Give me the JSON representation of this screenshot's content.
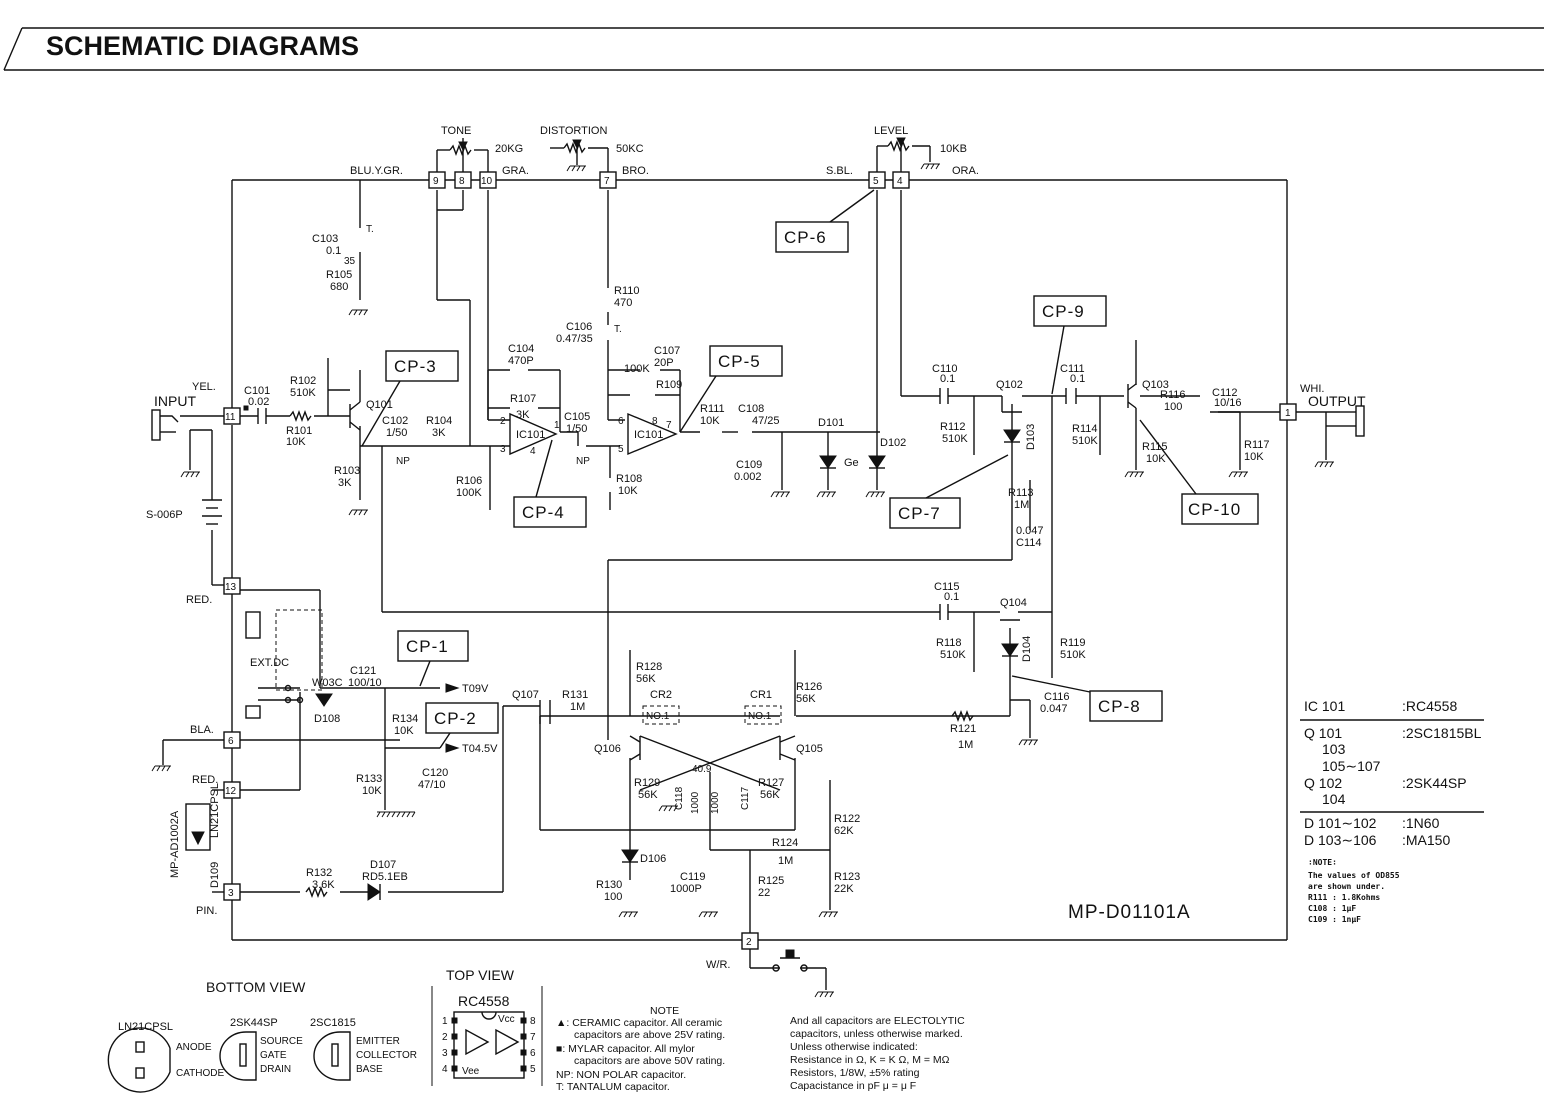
{
  "header": {
    "title": "SCHEMATIC DIAGRAMS"
  },
  "pots": [
    {
      "name": "TONE",
      "value": "20KG"
    },
    {
      "name": "DISTORTION",
      "value": "50KC"
    },
    {
      "name": "LEVEL",
      "value": "10KB"
    }
  ],
  "wire_colors": {
    "blu_ygr": "BLU.Y.GR.",
    "gra": "GRA.",
    "bro": "BRO.",
    "sbl": "S.BL.",
    "ora": "ORA.",
    "yel": "YEL.",
    "red": "RED.",
    "bla": "BLA.",
    "red2": "RED.",
    "pin": "PIN.",
    "whi": "WHI."
  },
  "terminals": [
    "1",
    "2",
    "3",
    "4",
    "5",
    "6",
    "7",
    "8",
    "9",
    "10",
    "11",
    "12",
    "13"
  ],
  "io": {
    "input": "INPUT",
    "output": "OUTPUT",
    "battery": "S-006P",
    "ext_dc": "EXT.DC",
    "wr": "W/R.",
    "t09v": "T09V",
    "t045v": "T04.5V",
    "model": "MP-D01101A",
    "mp_led": "MP-AD1002A",
    "led_part": "LN21CPSL"
  },
  "checkpoints": [
    "CP-1",
    "CP-2",
    "CP-3",
    "CP-4",
    "CP-5",
    "CP-6",
    "CP-7",
    "CP-8",
    "CP-9",
    "CP-10"
  ],
  "components": {
    "c101": [
      "C101",
      "0.02"
    ],
    "r101": [
      "R101",
      "10K"
    ],
    "r102": [
      "R102",
      "510K"
    ],
    "r103": [
      "R103",
      "3K"
    ],
    "q101": "Q101",
    "c102": [
      "C102",
      "1/50",
      "NP"
    ],
    "r104": [
      "R104",
      "3K"
    ],
    "c103": [
      "C103",
      "0.1",
      "35",
      "T."
    ],
    "r105": [
      "R105",
      "680"
    ],
    "r106": [
      "R106",
      "100K"
    ],
    "c104": [
      "C104",
      "470P"
    ],
    "r107": [
      "R107",
      "3K"
    ],
    "ic101a": "IC101",
    "c105": [
      "C105",
      "1/50",
      "NP"
    ],
    "r110": [
      "R110",
      "470"
    ],
    "c106": [
      "C106",
      "0.47/35",
      "T."
    ],
    "c107": [
      "C107",
      "20P"
    ],
    "r109": [
      "100K",
      "R109"
    ],
    "ic101b": "IC101",
    "r108": [
      "R108",
      "10K"
    ],
    "r111": [
      "R111",
      "10K"
    ],
    "c108": [
      "C108",
      "47/25"
    ],
    "c109": [
      "C109",
      "0.002"
    ],
    "d101": [
      "D101",
      "Ge"
    ],
    "d102": "D102",
    "c110": [
      "C110",
      "0.1"
    ],
    "q102": "Q102",
    "r112": [
      "R112",
      "510K"
    ],
    "d103": "D103",
    "r113": [
      "R113",
      "1M"
    ],
    "c114": [
      "0.047",
      "C114"
    ],
    "c111": [
      "C111",
      "0.1"
    ],
    "r114": [
      "R114",
      "510K"
    ],
    "q103": "Q103",
    "r116": [
      "R116",
      "100"
    ],
    "c112": [
      "C112",
      "10/16"
    ],
    "r115": [
      "R115",
      "10K"
    ],
    "r117": [
      "R117",
      "10K"
    ],
    "c115": [
      "C115",
      "0.1"
    ],
    "q104": "Q104",
    "r118": [
      "R118",
      "510K"
    ],
    "d104": "D104",
    "r119": [
      "R119",
      "510K"
    ],
    "c116": [
      "C116",
      "0.047"
    ],
    "r121": [
      "R121",
      "1M"
    ],
    "c121": [
      "C121",
      "100/10"
    ],
    "w03c": "W03C",
    "d108": "D108",
    "r134": [
      "R134",
      "10K"
    ],
    "r133": [
      "R133",
      "10K"
    ],
    "c120": [
      "C120",
      "47/10"
    ],
    "q107": "Q107",
    "r131": [
      "R131",
      "1M"
    ],
    "r128": [
      "R128",
      "56K"
    ],
    "cr2": [
      "CR2",
      "NO.1"
    ],
    "cr1": [
      "CR1",
      "NO.1"
    ],
    "r126": [
      "R126",
      "56K"
    ],
    "q106": "Q106",
    "q105": "Q105",
    "r129": [
      "R129",
      "56K"
    ],
    "c118": [
      "C118",
      "1000"
    ],
    "c117": [
      "C117",
      "1000",
      "40.9"
    ],
    "r127": [
      "R127",
      "56K"
    ],
    "r122": [
      "R122",
      "62K"
    ],
    "d106": "D106",
    "r124": [
      "R124",
      "1M"
    ],
    "c119": [
      "C119",
      "1000P"
    ],
    "r125": [
      "R125",
      "22"
    ],
    "r123": [
      "R123",
      "22K"
    ],
    "r130": [
      "R130",
      "100"
    ],
    "r132": [
      "R132",
      "3.6K"
    ],
    "d107": [
      "D107",
      "RD5.1EB"
    ],
    "d109": "D109"
  },
  "parts_table": [
    {
      "ref": "IC 101",
      "part": ":RC4558"
    },
    {
      "ref": "Q 101",
      "part": ":2SC1815BL"
    },
    {
      "ref": "103",
      "part": ""
    },
    {
      "ref": "105∼107",
      "part": ""
    },
    {
      "ref": "Q 102",
      "part": ":2SK44SP"
    },
    {
      "ref": "104",
      "part": ""
    },
    {
      "ref": "D 101∼102",
      "part": ":1N60"
    },
    {
      "ref": "D 103∼106",
      "part": ":MA150"
    }
  ],
  "table_note": [
    "∶NOTE∶",
    "The values of OD855",
    "are shown under.",
    "R111 : 1.8Kohms",
    "C108 : 1μF",
    "C109 : 1nμF"
  ],
  "bottom": {
    "bottom_view": "BOTTOM VIEW",
    "top_view": "TOP VIEW",
    "ic_name": "RC4558",
    "vcc": "Vcc",
    "vee": "Vee",
    "ln_label": "LN21CPSL",
    "anode": "ANODE",
    "cathode": "CATHODE",
    "k44_label": "2SK44SP",
    "source": "SOURCE",
    "gate": "GATE",
    "drain": "DRAIN",
    "c1815_label": "2SC1815",
    "emitter": "EMITTER",
    "collector": "COLLECTOR",
    "base": "BASE",
    "pins_left": [
      "1",
      "2",
      "3",
      "4"
    ],
    "pins_right": [
      "8",
      "7",
      "6",
      "5"
    ]
  },
  "notes": {
    "title": "NOTE",
    "left": [
      "▲: CERAMIC capacitor. All ceramic",
      "capacitors are above 25V rating.",
      "■: MYLAR capacitor. All mylor",
      "capacitors are above 50V rating.",
      "NP: NON POLAR capacitor.",
      "T: TANTALUM capacitor."
    ],
    "right": [
      "And all capacitors are ELECTOLYTIC",
      "capacitors, unless otherwise marked.",
      "Unless otherwise indicated:",
      "Resistance in Ω, K = K Ω, M = MΩ",
      "Resistors, 1/8W,  ±5% rating",
      "Capacistance in pF μ = μ F"
    ]
  }
}
